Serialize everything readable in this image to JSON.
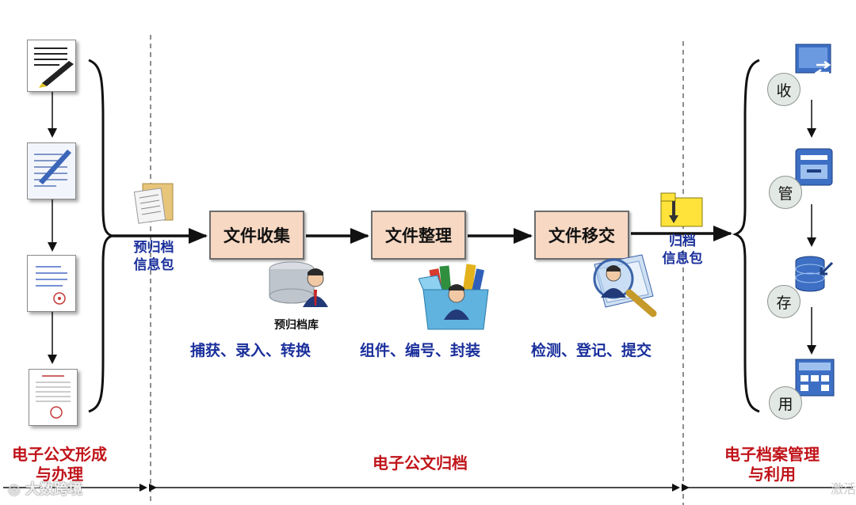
{
  "left": {
    "title_line1": "电子公文形成",
    "title_line2": "与办理"
  },
  "middle": {
    "title": "电子公文归档",
    "package_in_line1": "预归档",
    "package_in_line2": "信息包",
    "package_out_line1": "归档",
    "package_out_line2": "信息包",
    "steps": [
      {
        "label": "文件收集",
        "detail": "捕获、录入、转换",
        "icon_name": "database-user-icon",
        "icon_caption": "预归档库"
      },
      {
        "label": "文件整理",
        "detail": "组件、编号、封装",
        "icon_name": "box-user-icon"
      },
      {
        "label": "文件移交",
        "detail": "检测、登记、提交",
        "icon_name": "magnifier-user-icon"
      }
    ]
  },
  "right": {
    "title_line1": "电子档案管理",
    "title_line2": "与利用",
    "stages": [
      "收",
      "管",
      "存",
      "用"
    ]
  },
  "watermark": {
    "left": "大数跨境",
    "right": "激活"
  },
  "colors": {
    "process_fill": "#f7d8c3",
    "label_blue": "#1a2f9b",
    "title_red": "#c0141a",
    "circle_fill": "#e2e8e4"
  }
}
